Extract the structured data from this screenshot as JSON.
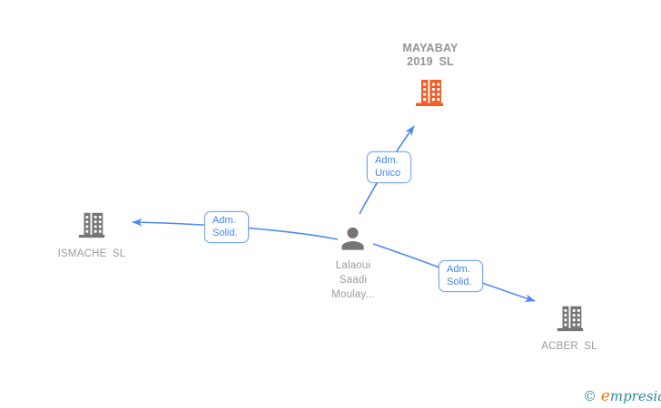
{
  "diagram": {
    "type": "corporate-relationship-graph",
    "background": "#ffffff"
  },
  "colors": {
    "edge_blue": "#4a89f3",
    "edge_label_text": "#4285f4",
    "edge_label_border": "#7aa7f7",
    "company_gray": "#757575",
    "company_highlight_orange": "#f75b22",
    "node_label_gray": "#9b9b9b",
    "watermark_teal": "#2b8d9a",
    "watermark_orange": "#ef7a1d"
  },
  "icons": {
    "company": "building-icon",
    "person": "person-icon"
  },
  "nodes": {
    "mayabay": {
      "type": "company",
      "highlighted": true,
      "name_line1": "MAYABAY",
      "name_line2": "2019 SL"
    },
    "ismache": {
      "type": "company",
      "highlighted": false,
      "name": "ISMACHE SL"
    },
    "acber": {
      "type": "company",
      "highlighted": false,
      "name": "ACBER SL"
    },
    "person": {
      "type": "person",
      "name_line1": "Lalaoui",
      "name_line2": "Saadi",
      "name_line3": "Moulay..."
    }
  },
  "edges": {
    "person_to_mayabay": {
      "from": "person",
      "to": "mayabay",
      "role_line1": "Adm.",
      "role_line2": "Unico"
    },
    "person_to_ismache": {
      "from": "person",
      "to": "ismache",
      "role_line1": "Adm.",
      "role_line2": "Solid."
    },
    "person_to_acber": {
      "from": "person",
      "to": "acber",
      "role_line1": "Adm.",
      "role_line2": "Solid."
    }
  },
  "watermark": {
    "symbol": "©",
    "brand_initial": "e",
    "brand_rest": "mpresia"
  }
}
